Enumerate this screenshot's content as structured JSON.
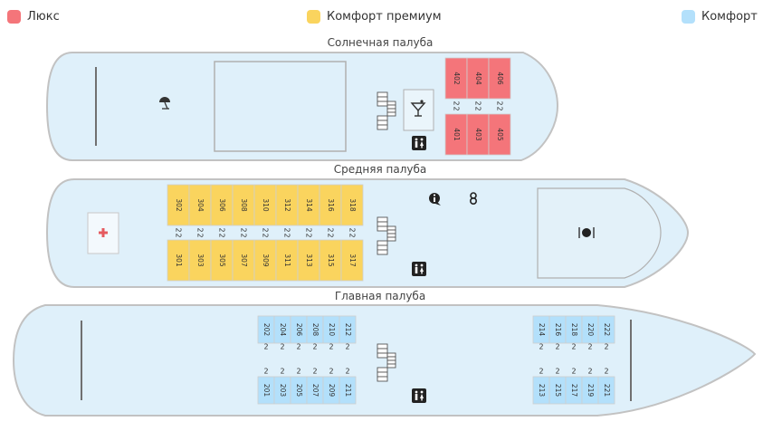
{
  "legend": [
    {
      "label": "Люкс",
      "color": "#f4757a"
    },
    {
      "label": "Комфорт премиум",
      "color": "#fad45e"
    },
    {
      "label": "Комфорт",
      "color": "#b3e0fb"
    }
  ],
  "colors": {
    "deck_fill": "#dff0fa",
    "deck_stroke": "#c2c2c2",
    "lux": "#f4757a",
    "premium": "#fad45e",
    "comfort": "#b3e0fb"
  },
  "decks": {
    "sun": {
      "title": "Солнечная палуба",
      "cabins_top": [
        "402",
        "404",
        "406"
      ],
      "cabins_bottom": [
        "401",
        "403",
        "405"
      ],
      "berths": "2",
      "icons": [
        "beach-umbrella-icon",
        "cocktail-bar-icon",
        "restroom-icon",
        "stairs-icon"
      ]
    },
    "middle": {
      "title": "Средняя палуба",
      "cabins_top": [
        "302",
        "304",
        "306",
        "308",
        "310",
        "312",
        "314",
        "316",
        "318"
      ],
      "cabins_bottom": [
        "301",
        "303",
        "305",
        "307",
        "309",
        "311",
        "313",
        "315",
        "317"
      ],
      "berths": "2",
      "icons": [
        "medical-cross-icon",
        "info-icon",
        "reception-icon",
        "restaurant-icon",
        "restroom-icon",
        "stairs-icon"
      ]
    },
    "main": {
      "title": "Главная палуба",
      "cabins_top_left": [
        "202",
        "204",
        "206",
        "208",
        "210",
        "212"
      ],
      "cabins_bottom_left": [
        "201",
        "203",
        "205",
        "207",
        "209",
        "211"
      ],
      "cabins_top_right": [
        "214",
        "216",
        "218",
        "220",
        "222"
      ],
      "cabins_bottom_right": [
        "213",
        "215",
        "217",
        "219",
        "221"
      ],
      "berths": "2",
      "icons": [
        "restroom-icon",
        "stairs-icon"
      ]
    }
  }
}
